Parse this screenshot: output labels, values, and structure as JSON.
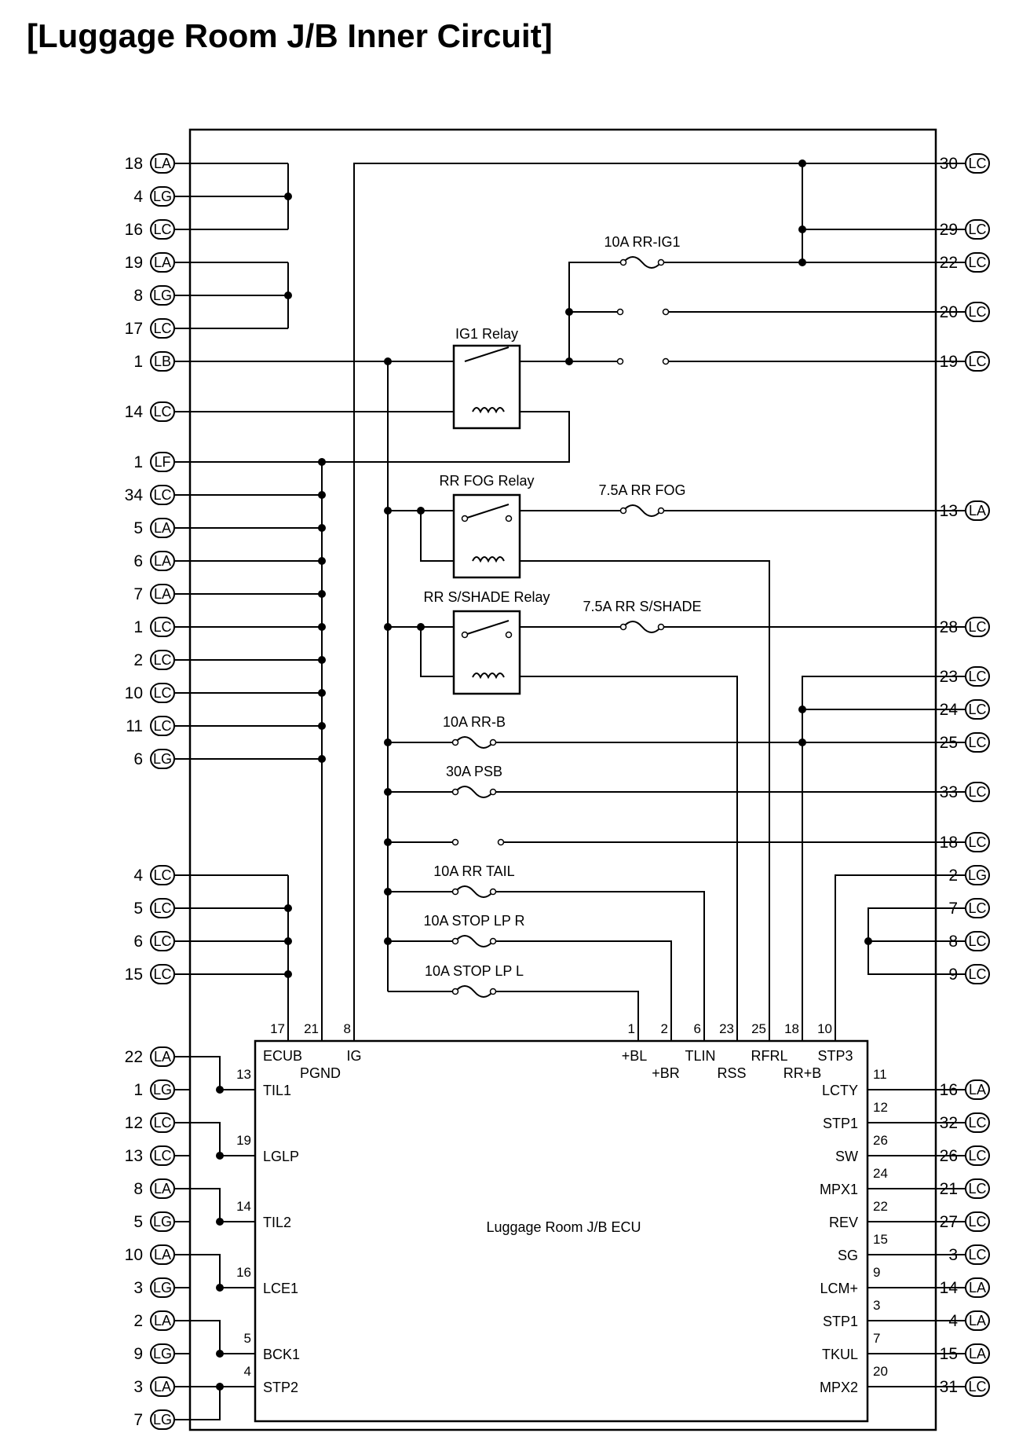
{
  "title": "[Luggage Room J/B Inner Circuit]",
  "left_connectors": [
    {
      "num": "18",
      "code": "LA"
    },
    {
      "num": "4",
      "code": "LG"
    },
    {
      "num": "16",
      "code": "LC"
    },
    {
      "num": "19",
      "code": "LA"
    },
    {
      "num": "8",
      "code": "LG"
    },
    {
      "num": "17",
      "code": "LC"
    },
    {
      "num": "1",
      "code": "LB"
    },
    {
      "num": "14",
      "code": "LC"
    },
    {
      "num": "1",
      "code": "LF"
    },
    {
      "num": "34",
      "code": "LC"
    },
    {
      "num": "5",
      "code": "LA"
    },
    {
      "num": "6",
      "code": "LA"
    },
    {
      "num": "7",
      "code": "LA"
    },
    {
      "num": "1",
      "code": "LC"
    },
    {
      "num": "2",
      "code": "LC"
    },
    {
      "num": "10",
      "code": "LC"
    },
    {
      "num": "11",
      "code": "LC"
    },
    {
      "num": "6",
      "code": "LG"
    },
    {
      "num": "4",
      "code": "LC"
    },
    {
      "num": "5",
      "code": "LC"
    },
    {
      "num": "6",
      "code": "LC"
    },
    {
      "num": "15",
      "code": "LC"
    },
    {
      "num": "22",
      "code": "LA"
    },
    {
      "num": "1",
      "code": "LG"
    },
    {
      "num": "12",
      "code": "LC"
    },
    {
      "num": "13",
      "code": "LC"
    },
    {
      "num": "8",
      "code": "LA"
    },
    {
      "num": "5",
      "code": "LG"
    },
    {
      "num": "10",
      "code": "LA"
    },
    {
      "num": "3",
      "code": "LG"
    },
    {
      "num": "2",
      "code": "LA"
    },
    {
      "num": "9",
      "code": "LG"
    },
    {
      "num": "3",
      "code": "LA"
    },
    {
      "num": "7",
      "code": "LG"
    }
  ],
  "right_connectors": [
    {
      "num": "30",
      "code": "LC"
    },
    {
      "num": "29",
      "code": "LC"
    },
    {
      "num": "22",
      "code": "LC"
    },
    {
      "num": "20",
      "code": "LC"
    },
    {
      "num": "19",
      "code": "LC"
    },
    {
      "num": "13",
      "code": "LA"
    },
    {
      "num": "28",
      "code": "LC"
    },
    {
      "num": "23",
      "code": "LC"
    },
    {
      "num": "24",
      "code": "LC"
    },
    {
      "num": "25",
      "code": "LC"
    },
    {
      "num": "33",
      "code": "LC"
    },
    {
      "num": "18",
      "code": "LC"
    },
    {
      "num": "2",
      "code": "LG"
    },
    {
      "num": "7",
      "code": "LC"
    },
    {
      "num": "8",
      "code": "LC"
    },
    {
      "num": "9",
      "code": "LC"
    },
    {
      "num": "16",
      "code": "LA"
    },
    {
      "num": "32",
      "code": "LC"
    },
    {
      "num": "26",
      "code": "LC"
    },
    {
      "num": "21",
      "code": "LC"
    },
    {
      "num": "27",
      "code": "LC"
    },
    {
      "num": "3",
      "code": "LC"
    },
    {
      "num": "14",
      "code": "LA"
    },
    {
      "num": "4",
      "code": "LA"
    },
    {
      "num": "15",
      "code": "LA"
    },
    {
      "num": "31",
      "code": "LC"
    }
  ],
  "relays": [
    {
      "label": "IG1 Relay"
    },
    {
      "label": "RR FOG Relay"
    },
    {
      "label": "RR S/SHADE Relay"
    }
  ],
  "fuses": [
    {
      "label": "10A RR-IG1"
    },
    {
      "label": "7.5A RR FOG"
    },
    {
      "label": "7.5A RR S/SHADE"
    },
    {
      "label": "10A RR-B"
    },
    {
      "label": "30A PSB"
    },
    {
      "label": "10A RR TAIL"
    },
    {
      "label": "10A STOP LP R"
    },
    {
      "label": "10A STOP LP L"
    }
  ],
  "ecu": {
    "label": "Luggage Room J/B ECU",
    "top_pins": [
      {
        "pin": "17",
        "sig": "ECUB"
      },
      {
        "pin": "21",
        "sig": "PGND"
      },
      {
        "pin": "8",
        "sig": "IG"
      },
      {
        "pin": "1",
        "sig": "+BL"
      },
      {
        "pin": "2",
        "sig": "+BR"
      },
      {
        "pin": "6",
        "sig": "TLIN"
      },
      {
        "pin": "23",
        "sig": "RSS"
      },
      {
        "pin": "25",
        "sig": "RFRL"
      },
      {
        "pin": "18",
        "sig": "RR+B"
      },
      {
        "pin": "10",
        "sig": "STP3"
      }
    ],
    "left_pins": [
      {
        "pin": "13",
        "sig": "TIL1"
      },
      {
        "pin": "19",
        "sig": "LGLP"
      },
      {
        "pin": "14",
        "sig": "TIL2"
      },
      {
        "pin": "16",
        "sig": "LCE1"
      },
      {
        "pin": "5",
        "sig": "BCK1"
      },
      {
        "pin": "4",
        "sig": "STP2"
      }
    ],
    "right_pins": [
      {
        "pin": "11",
        "sig": "LCTY"
      },
      {
        "pin": "12",
        "sig": "STP1"
      },
      {
        "pin": "26",
        "sig": "SW"
      },
      {
        "pin": "24",
        "sig": "MPX1"
      },
      {
        "pin": "22",
        "sig": "REV"
      },
      {
        "pin": "15",
        "sig": "SG"
      },
      {
        "pin": "9",
        "sig": "LCM+"
      },
      {
        "pin": "3",
        "sig": "STP1"
      },
      {
        "pin": "7",
        "sig": "TKUL"
      },
      {
        "pin": "20",
        "sig": "MPX2"
      }
    ]
  }
}
